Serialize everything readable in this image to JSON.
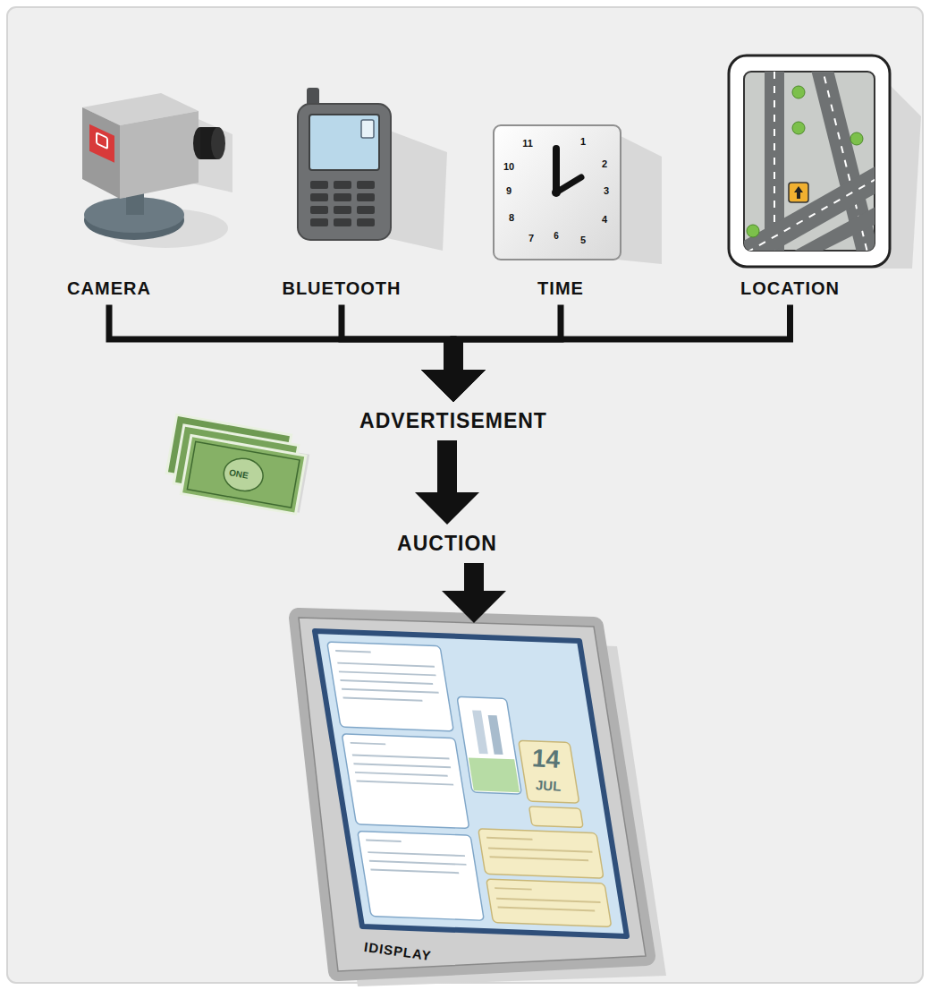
{
  "diagram": {
    "nodes": [
      {
        "text": [
          "CAMERA"
        ]
      },
      {
        "text": [
          "BLUETOOTH"
        ]
      },
      {
        "text": [
          "TIME"
        ]
      },
      {
        "text": [
          "LOCATION"
        ]
      },
      {
        "text": [
          "ADVERTISEMENT"
        ]
      },
      {
        "text": [
          "AUCTION"
        ]
      },
      {
        "text": [
          "IDISPLAY"
        ]
      }
    ],
    "edges": [
      {
        "from": 0,
        "to": 4,
        "arrow": "to"
      },
      {
        "from": 1,
        "to": 4,
        "arrow": "to"
      },
      {
        "from": 2,
        "to": 4,
        "arrow": "to"
      },
      {
        "from": 3,
        "to": 4,
        "arrow": "to"
      },
      {
        "from": 4,
        "to": 5,
        "arrow": "to"
      },
      {
        "from": 5,
        "to": 6,
        "arrow": "to"
      }
    ],
    "labels": [
      "11",
      "1",
      "10",
      "2",
      "9",
      "3",
      "8",
      "4",
      "7",
      "6",
      "5",
      "ONE",
      "14",
      "JUL"
    ]
  }
}
